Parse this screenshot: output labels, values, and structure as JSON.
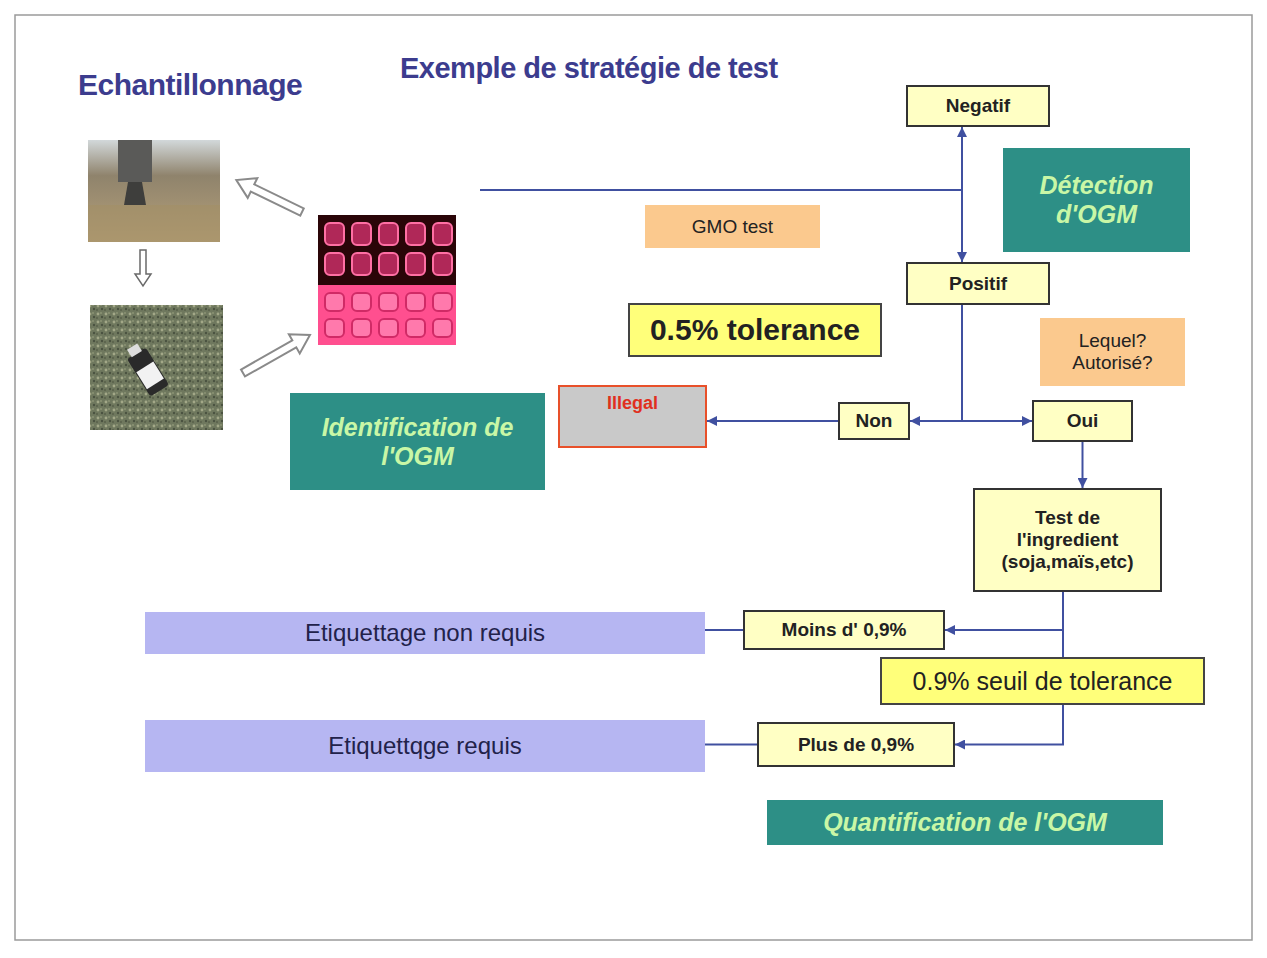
{
  "diagram": {
    "title": "Exemple de stratégie de test",
    "nodes": [
      {
        "text": [
          "Negatif"
        ]
      },
      {
        "text": [
          "Détection d'OGM"
        ]
      },
      {
        "text": [
          "GMO test"
        ]
      },
      {
        "text": [
          "Positif"
        ]
      },
      {
        "text": [
          "0.5% tolerance"
        ]
      },
      {
        "text": [
          "Lequel? Autorisé?"
        ]
      },
      {
        "text": [
          "Illegal"
        ]
      },
      {
        "text": [
          "Identification de l'OGM"
        ]
      },
      {
        "text": [
          "Non"
        ]
      },
      {
        "text": [
          "Oui"
        ]
      },
      {
        "text": [
          "Test de l'ingredient (soja,maïs,etc)"
        ]
      },
      {
        "text": [
          "Etiquettage non requis"
        ]
      },
      {
        "text": [
          "Moins d' 0,9%"
        ]
      },
      {
        "text": [
          "0.9% seuil de tolerance"
        ]
      },
      {
        "text": [
          "Etiquettqge requis"
        ]
      },
      {
        "text": [
          "Plus de 0,9%"
        ]
      },
      {
        "text": [
          "Quantification de l'OGM"
        ]
      }
    ],
    "edges": [
      {
        "from": 0,
        "to": 3,
        "arrow": "both"
      },
      {
        "from": 3,
        "to": 8,
        "arrow": "to"
      },
      {
        "from": 3,
        "to": 9,
        "arrow": "to"
      },
      {
        "from": 8,
        "to": 6,
        "arrow": "to"
      },
      {
        "from": 9,
        "to": 10,
        "arrow": "to"
      },
      {
        "from": 10,
        "to": 12,
        "arrow": "to"
      },
      {
        "from": 10,
        "to": 15,
        "arrow": "to"
      },
      {
        "from": 12,
        "to": 11,
        "arrow": "none"
      },
      {
        "from": 15,
        "to": 14,
        "arrow": "none"
      }
    ],
    "labels": [
      "Echantillonnage"
    ]
  }
}
